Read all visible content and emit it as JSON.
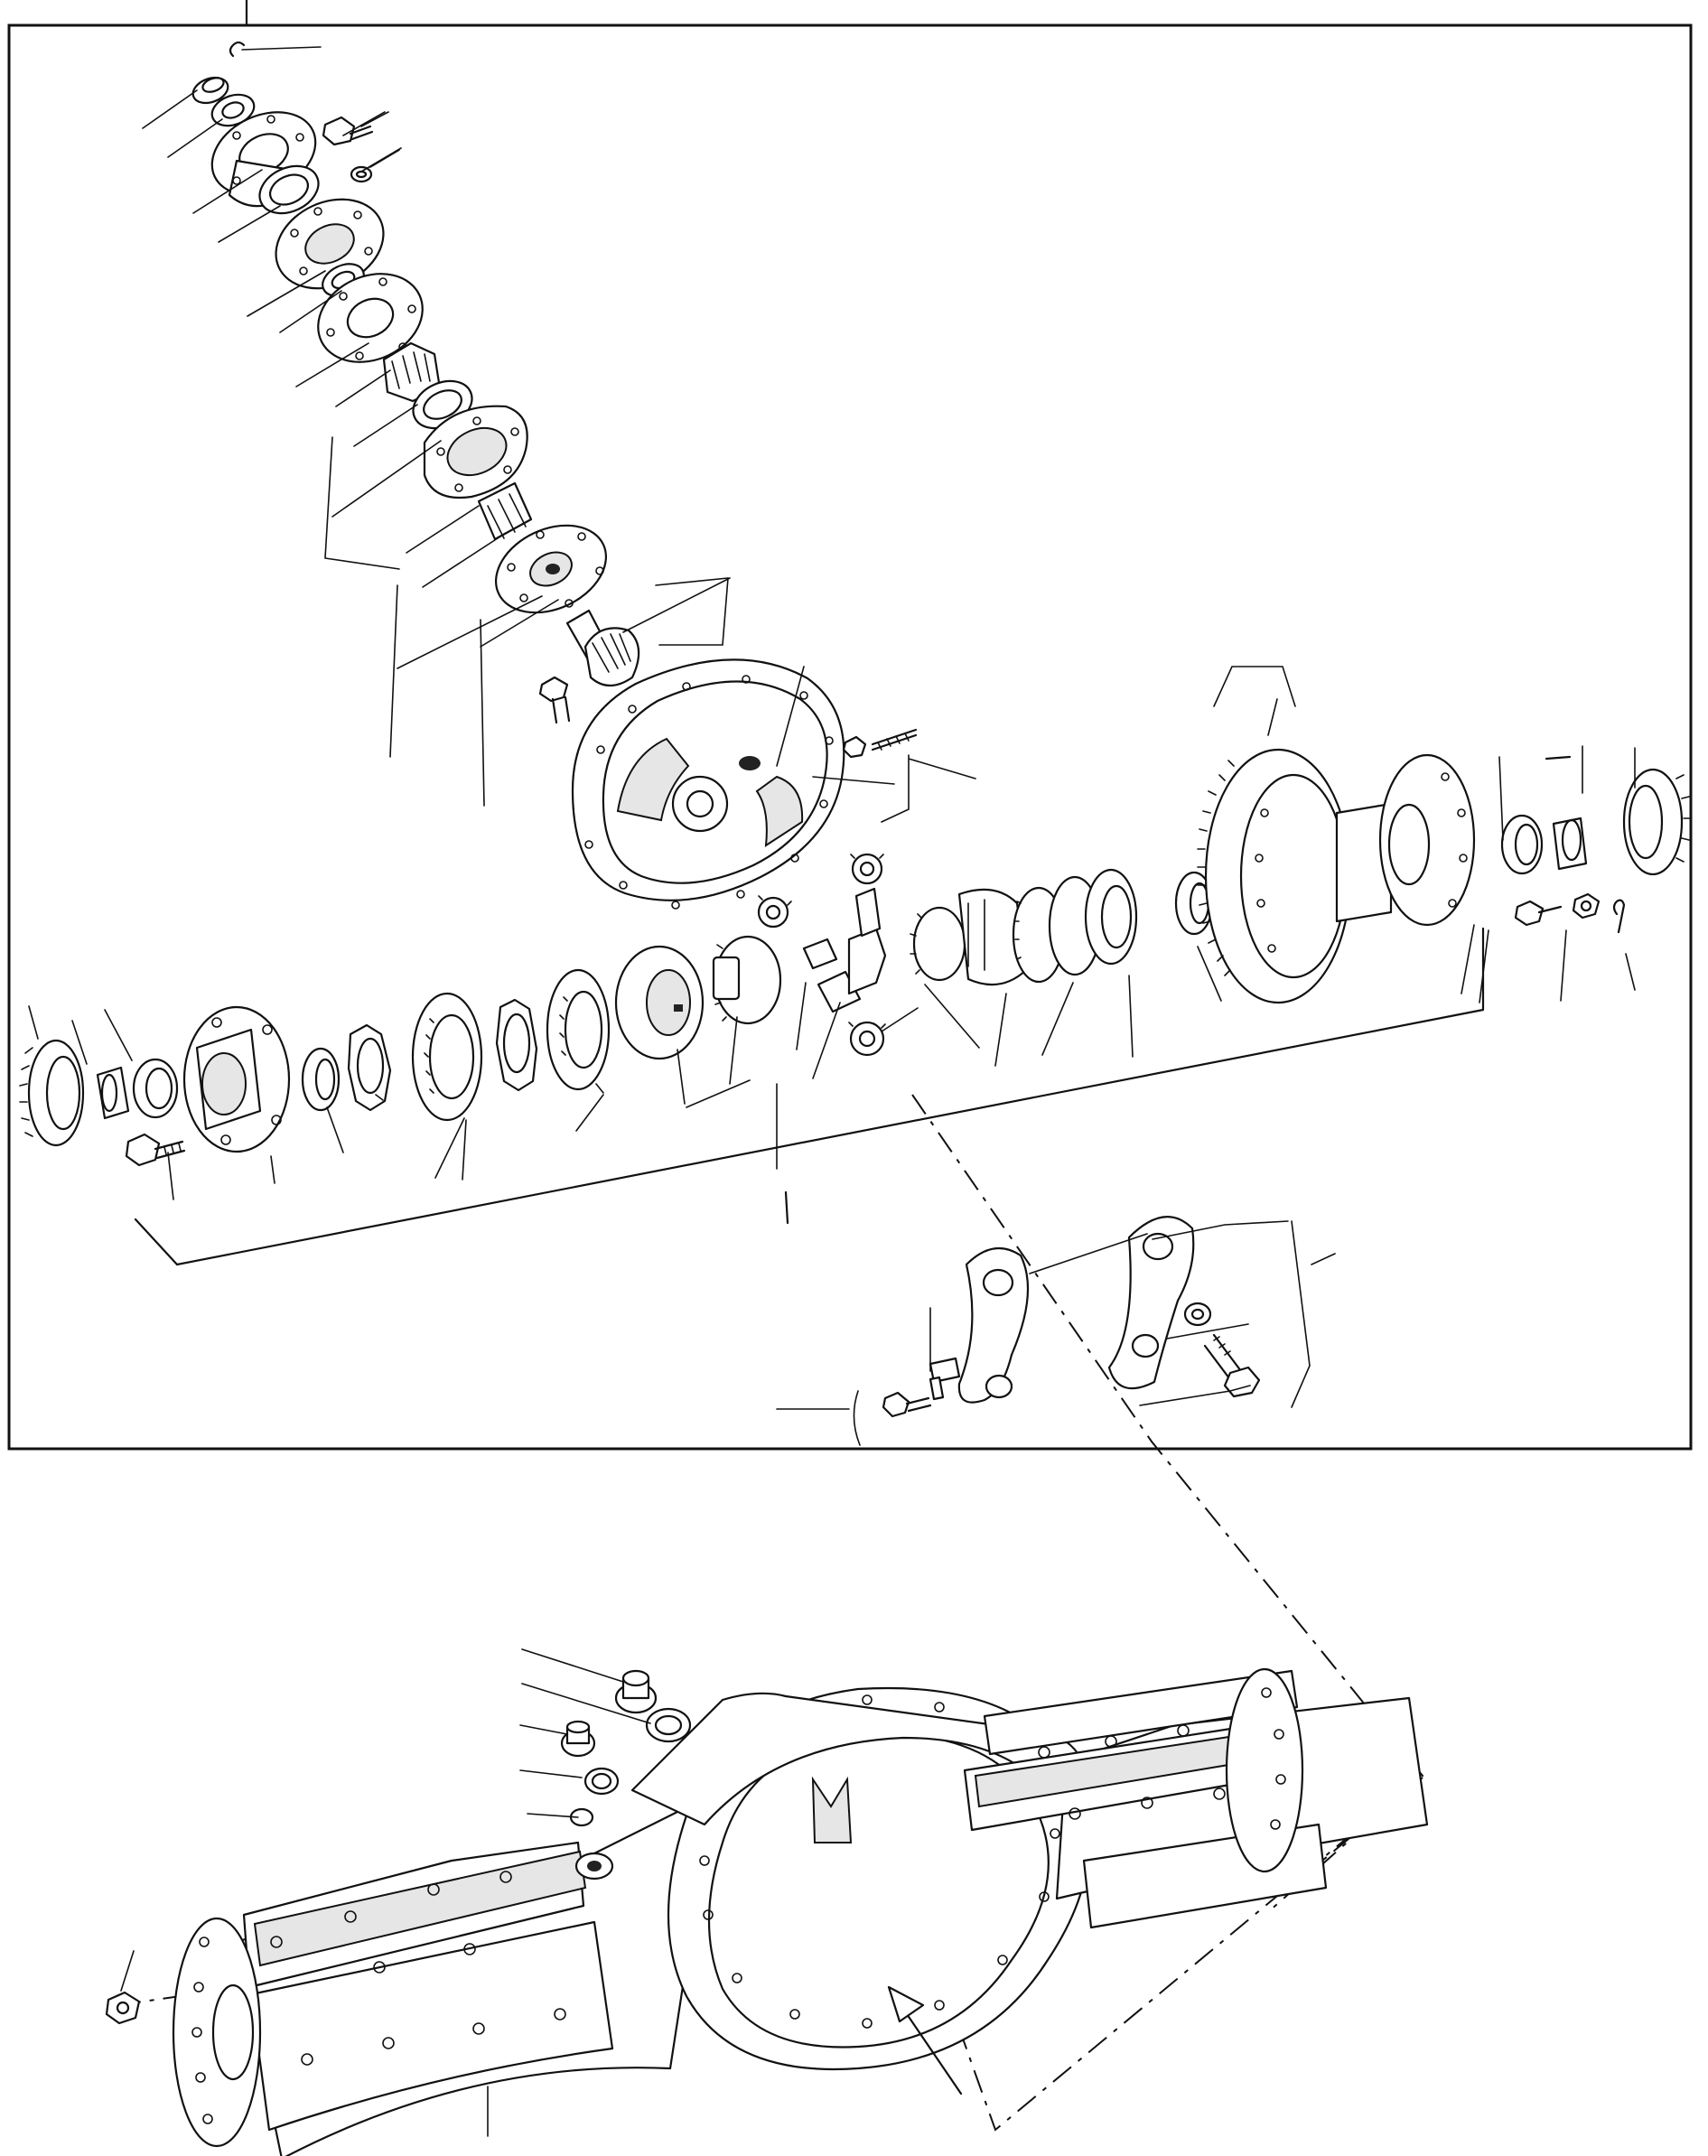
{
  "document": {
    "type": "exploded-parts-diagram",
    "background": "#ffffff",
    "ink": "#111111"
  },
  "assemblies": [
    {
      "id": "upper-exploded-view",
      "framed": true
    },
    {
      "id": "lower-axle-housing",
      "framed": false
    }
  ],
  "labels": []
}
